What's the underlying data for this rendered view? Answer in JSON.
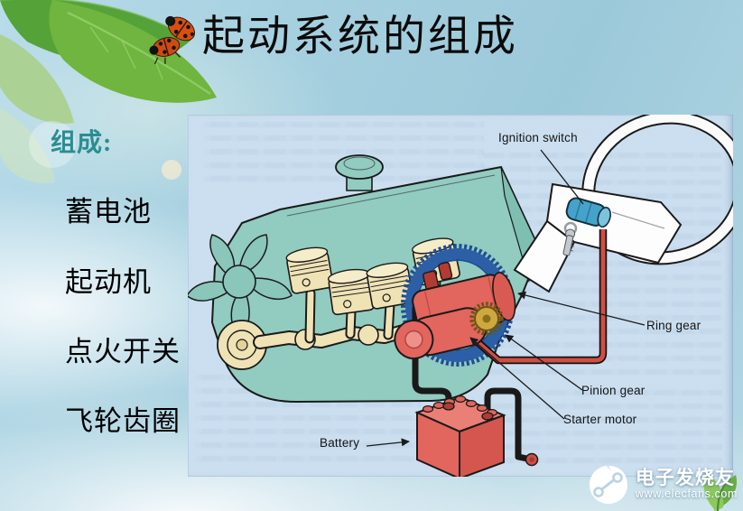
{
  "slide": {
    "title": "起动系统的组成",
    "list": {
      "heading": "组成:",
      "items": [
        "蓄电池",
        "起动机",
        "点火开关",
        "飞轮齿圈"
      ]
    }
  },
  "diagram": {
    "labels": {
      "ignition_switch": "Ignition switch",
      "ring_gear": "Ring gear",
      "pinion_gear": "Pinion gear",
      "starter_motor": "Starter motor",
      "battery": "Battery"
    },
    "colors": {
      "panel_background": "#cadeef",
      "engine_block": "#92cbc0",
      "piston_cream": "#efe2b5",
      "ring_gear_blue": "#2c5fa5",
      "pinion_gold": "#cfa83d",
      "starter_red": "#e2655e",
      "battery_red": "#e2655e",
      "cable_black": "#191919",
      "cable_red": "#cf4f45",
      "ignition_blue": "#45a3cb"
    }
  },
  "watermark": {
    "brand": "电子发烧友",
    "url": "www.elecfans.com"
  },
  "decorations": {
    "heading_color": "#2b8d92",
    "icons": {
      "title_bullet": "ladybug-icon",
      "brand_mark": "circuit-leaf-icon",
      "corner": "sprout-leaves-icon"
    }
  }
}
